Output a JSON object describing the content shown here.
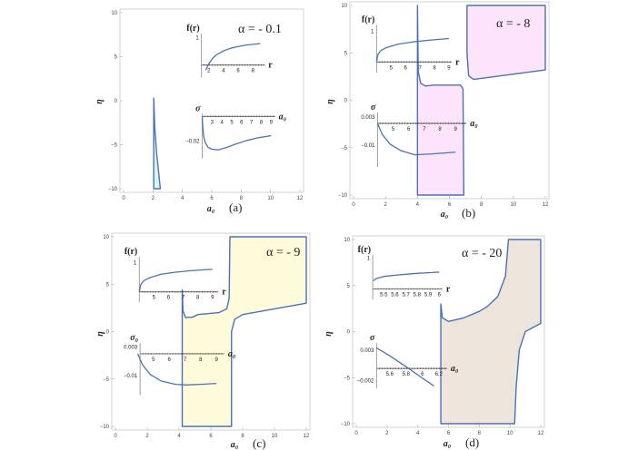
{
  "chart_data": [
    {
      "type": "area",
      "panel_label": "(a)",
      "annotation": "α = - 0.1",
      "xlabel": "a₀",
      "ylabel": "η",
      "xlim": [
        0,
        12
      ],
      "ylim": [
        -10,
        10
      ],
      "xticks": [
        0,
        2,
        4,
        6,
        8,
        10,
        12
      ],
      "yticks": [
        -10,
        -5,
        0,
        5,
        10
      ],
      "fill_color": "#dcf7fa",
      "line_color": "#4a72b8",
      "regions": [
        [
          [
            2.05,
            0.3
          ],
          [
            2.12,
            -3
          ],
          [
            2.25,
            -6
          ],
          [
            2.5,
            -10
          ],
          [
            2.05,
            -10
          ]
        ]
      ],
      "insets": [
        {
          "ylabel": "f(r)",
          "xlabel": "r",
          "xticks": [
            2,
            4,
            6,
            8
          ],
          "yticks": [
            1
          ],
          "curve": [
            [
              1.6,
              -0.19
            ],
            [
              1.8,
              -0.06
            ],
            [
              2,
              0.05
            ],
            [
              2.5,
              0.24
            ],
            [
              3,
              0.37
            ],
            [
              4,
              0.52
            ],
            [
              5,
              0.62
            ],
            [
              6,
              0.68
            ],
            [
              7,
              0.73
            ],
            [
              8,
              0.76
            ],
            [
              9,
              0.79
            ]
          ]
        },
        {
          "ylabel": "σ",
          "xlabel": "a₀",
          "xticks": [
            3,
            4,
            5,
            6,
            7,
            8,
            9
          ],
          "yticks": [
            -0.02
          ],
          "curve": [
            [
              2.0,
              0
            ],
            [
              2.05,
              -0.008
            ],
            [
              2.15,
              -0.016
            ],
            [
              2.3,
              -0.021
            ],
            [
              2.6,
              -0.025
            ],
            [
              3.0,
              -0.0265
            ],
            [
              3.6,
              -0.027
            ],
            [
              4.5,
              -0.025
            ],
            [
              5.5,
              -0.022
            ],
            [
              6.5,
              -0.0195
            ],
            [
              7.5,
              -0.0175
            ],
            [
              9,
              -0.0155
            ]
          ]
        }
      ]
    },
    {
      "type": "area",
      "panel_label": "(b)",
      "annotation": "α = - 8",
      "xlabel": "a₀",
      "ylabel": "η",
      "xlim": [
        0,
        12
      ],
      "ylim": [
        -10,
        10
      ],
      "xticks": [
        0,
        2,
        4,
        6,
        8,
        10,
        12
      ],
      "yticks": [
        -10,
        -5,
        0,
        5,
        10
      ],
      "fill_color": "#fde4fb",
      "line_color": "#4a72b8",
      "regions": [
        [
          [
            4,
            10
          ],
          [
            4.05,
            3
          ],
          [
            4.2,
            1.8
          ],
          [
            4.5,
            1.5
          ],
          [
            5,
            1.6
          ],
          [
            6.7,
            1.6
          ],
          [
            6.85,
            1.2
          ],
          [
            6.9,
            -10
          ],
          [
            4,
            -10
          ]
        ],
        [
          [
            7.1,
            10
          ],
          [
            12,
            10
          ],
          [
            12,
            3.2
          ],
          [
            7.5,
            2.2
          ],
          [
            7.2,
            2.6
          ],
          [
            7.1,
            5
          ]
        ]
      ],
      "insets": [
        {
          "ylabel": "f(r)",
          "xlabel": "r",
          "xticks": [
            5,
            6,
            7,
            8,
            9
          ],
          "yticks": [
            1
          ],
          "curve": [
            [
              4,
              0
            ],
            [
              4.1,
              0.25
            ],
            [
              4.3,
              0.37
            ],
            [
              4.7,
              0.47
            ],
            [
              5.5,
              0.58
            ],
            [
              6.5,
              0.65
            ],
            [
              7.5,
              0.7
            ],
            [
              9,
              0.76
            ]
          ]
        },
        {
          "ylabel": "σ",
          "xlabel": "a₀",
          "xticks": [
            5,
            6,
            7,
            8,
            9
          ],
          "yticks": [
            0.003,
            -0.01
          ],
          "curve": [
            [
              4,
              0
            ],
            [
              4.3,
              -0.005
            ],
            [
              4.8,
              -0.0095
            ],
            [
              5.5,
              -0.0125
            ],
            [
              6.4,
              -0.0144
            ],
            [
              7.5,
              -0.014
            ],
            [
              9,
              -0.0132
            ]
          ]
        }
      ]
    },
    {
      "type": "area",
      "panel_label": "(c)",
      "annotation": "α = - 9",
      "xlabel": "a₀",
      "ylabel": "η",
      "xlim": [
        0,
        12
      ],
      "ylim": [
        -10,
        10
      ],
      "xticks": [
        0,
        2,
        4,
        6,
        8,
        10,
        12
      ],
      "yticks": [
        -10,
        -5,
        0,
        5,
        10
      ],
      "fill_color": "#fdfbda",
      "line_color": "#4a72b8",
      "regions": [
        [
          [
            4.2,
            4.4
          ],
          [
            4.25,
            2.2
          ],
          [
            4.4,
            1.5
          ],
          [
            4.8,
            1.5
          ],
          [
            5.2,
            1.8
          ],
          [
            6.5,
            2.0
          ],
          [
            7.0,
            2.4
          ],
          [
            7.15,
            3.5
          ],
          [
            7.2,
            10
          ],
          [
            12,
            10
          ],
          [
            12,
            3
          ],
          [
            8,
            1.8
          ],
          [
            7.5,
            1.3
          ],
          [
            7.3,
            0
          ],
          [
            7.3,
            -10
          ],
          [
            4.2,
            -10
          ]
        ]
      ],
      "insets": [
        {
          "ylabel": "f(r)",
          "xlabel": "r",
          "xticks": [
            5,
            6,
            7,
            8,
            9
          ],
          "yticks": [
            1
          ],
          "curve": [
            [
              4,
              0
            ],
            [
              4.1,
              0.25
            ],
            [
              4.3,
              0.38
            ],
            [
              4.7,
              0.48
            ],
            [
              5.5,
              0.6
            ],
            [
              6.5,
              0.67
            ],
            [
              7.5,
              0.72
            ],
            [
              9,
              0.77
            ]
          ]
        },
        {
          "ylabel": "σ₀",
          "xlabel": "a₀",
          "xticks": [
            5,
            6,
            7,
            8,
            9
          ],
          "yticks": [
            0.003,
            -0.01
          ],
          "curve": [
            [
              4,
              0
            ],
            [
              4.3,
              -0.005
            ],
            [
              4.8,
              -0.0095
            ],
            [
              5.5,
              -0.0125
            ],
            [
              6.4,
              -0.014
            ],
            [
              7.1,
              -0.0143
            ],
            [
              8,
              -0.014
            ],
            [
              9,
              -0.0136
            ]
          ]
        }
      ]
    },
    {
      "type": "area",
      "panel_label": "(d)",
      "annotation": "α = - 20",
      "xlabel": "a₀",
      "ylabel": "η",
      "xlim": [
        0,
        12
      ],
      "ylim": [
        -10,
        10
      ],
      "xticks": [
        0,
        2,
        4,
        6,
        8,
        10,
        12
      ],
      "yticks": [
        -10,
        -5,
        0,
        5,
        10
      ],
      "fill_color": "#ede4dc",
      "line_color": "#4a72b8",
      "regions": [
        [
          [
            5.5,
            3
          ],
          [
            5.6,
            1.5
          ],
          [
            6,
            1.1
          ],
          [
            7,
            1.5
          ],
          [
            8,
            2.2
          ],
          [
            8.5,
            2.7
          ],
          [
            9.2,
            3.8
          ],
          [
            9.7,
            6
          ],
          [
            9.9,
            10
          ],
          [
            12,
            10
          ],
          [
            12,
            0.9
          ],
          [
            11,
            0
          ],
          [
            10.6,
            -2
          ],
          [
            10.4,
            -6
          ],
          [
            10.3,
            -10
          ],
          [
            5.5,
            -10
          ]
        ]
      ],
      "insets": [
        {
          "ylabel": "f(r)",
          "xlabel": "r",
          "xticks": [
            5.5,
            5.6,
            5.7,
            5.8,
            5.9,
            6.0
          ],
          "yticks": [
            1
          ],
          "curve": [
            [
              5.405,
              0.26
            ],
            [
              5.43,
              0.33
            ],
            [
              5.5,
              0.4
            ],
            [
              5.6,
              0.44
            ],
            [
              5.7,
              0.47
            ],
            [
              5.8,
              0.5
            ],
            [
              5.9,
              0.52
            ],
            [
              6.0,
              0.54
            ]
          ]
        },
        {
          "ylabel": "σ",
          "xlabel": "a₀",
          "xticks": [
            5.6,
            5.8,
            6.0,
            6.2
          ],
          "yticks": [
            0.003,
            -0.002
          ],
          "curve": [
            [
              5.44,
              0.0034
            ],
            [
              5.6,
              0.0021
            ],
            [
              5.83,
              0
            ],
            [
              6.0,
              -0.0016
            ],
            [
              6.14,
              -0.0029
            ]
          ]
        }
      ]
    }
  ]
}
